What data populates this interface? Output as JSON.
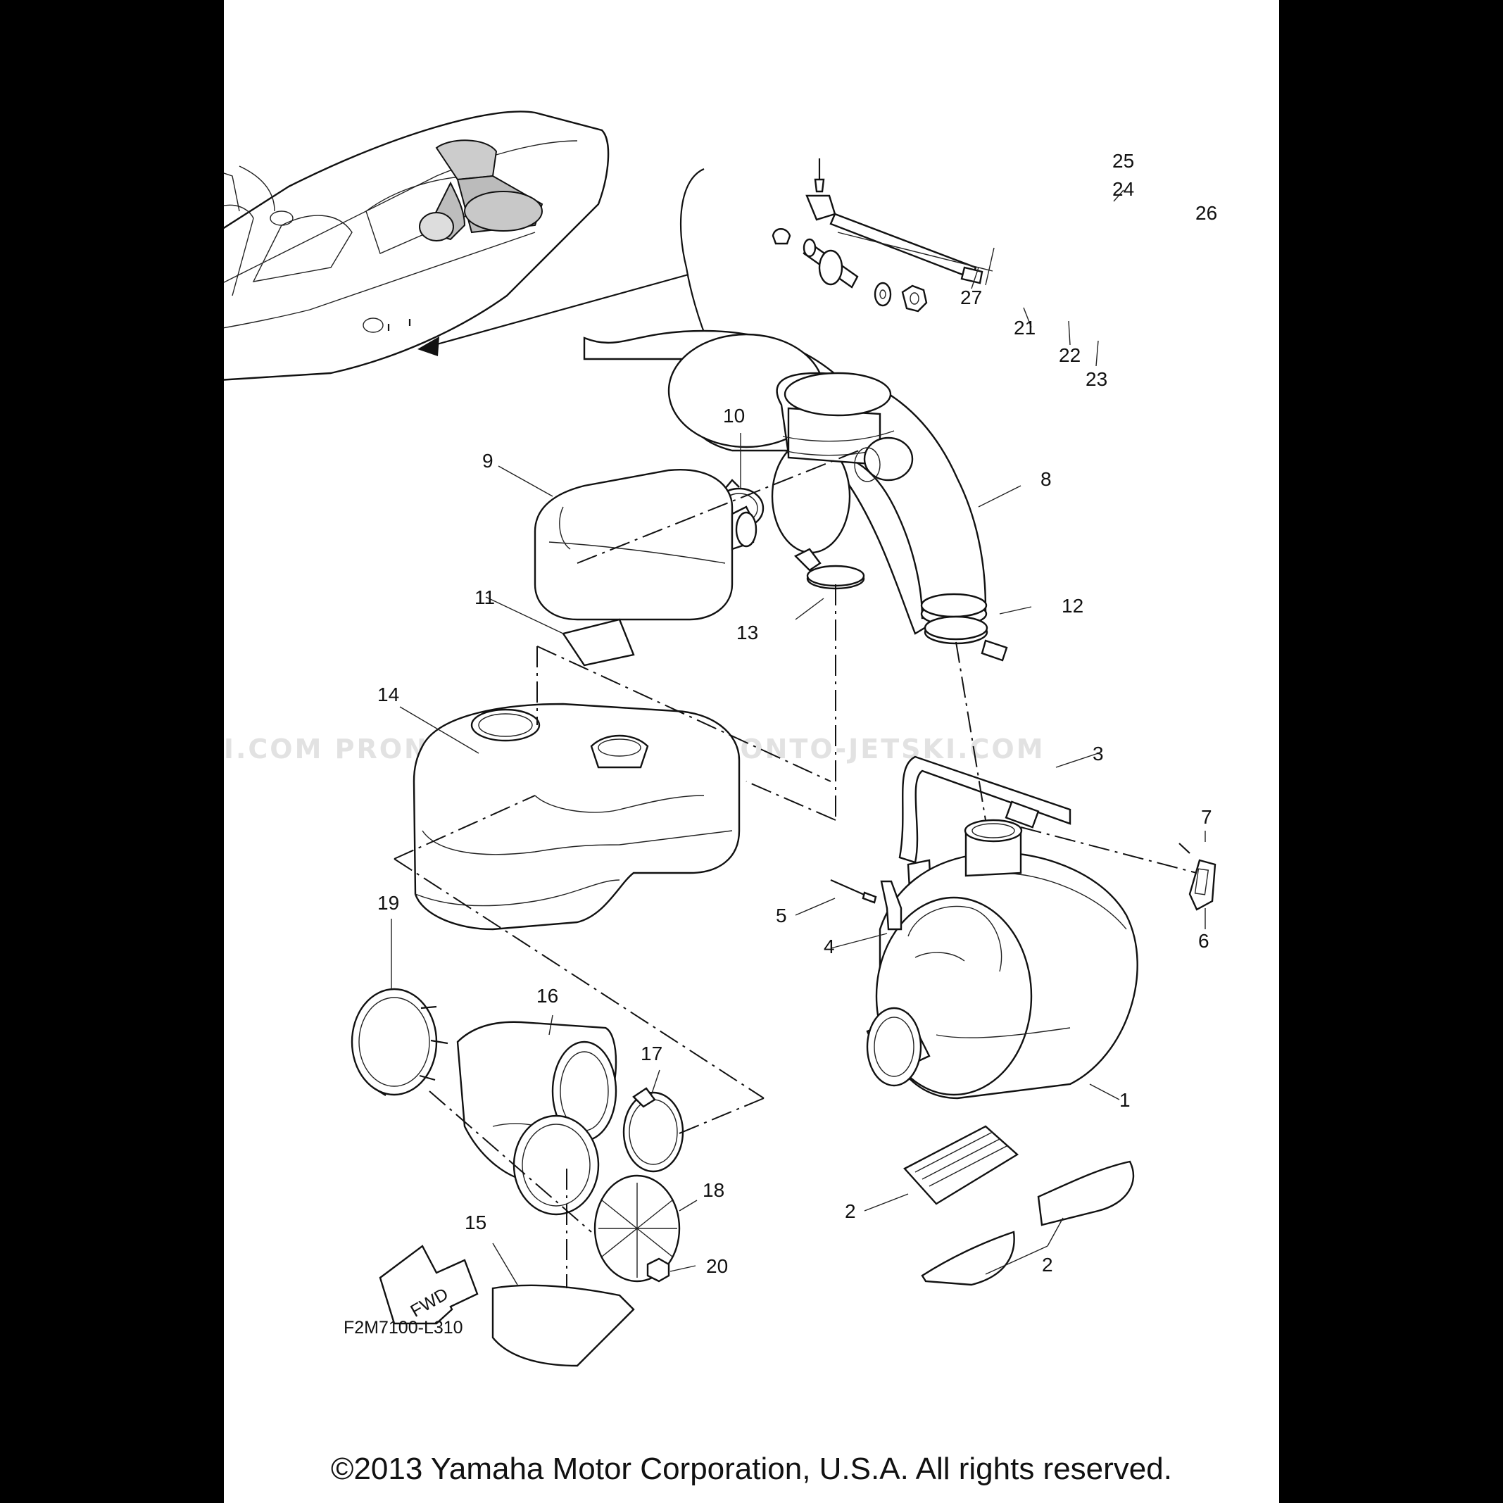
{
  "diagram": {
    "callouts": [
      {
        "id": "c1",
        "text": "1"
      },
      {
        "id": "c2a",
        "text": "2"
      },
      {
        "id": "c2b",
        "text": "2"
      },
      {
        "id": "c3",
        "text": "3"
      },
      {
        "id": "c4",
        "text": "4"
      },
      {
        "id": "c5",
        "text": "5"
      },
      {
        "id": "c6",
        "text": "6"
      },
      {
        "id": "c7",
        "text": "7"
      },
      {
        "id": "c8",
        "text": "8"
      },
      {
        "id": "c9",
        "text": "9"
      },
      {
        "id": "c10",
        "text": "10"
      },
      {
        "id": "c11",
        "text": "11"
      },
      {
        "id": "c12",
        "text": "12"
      },
      {
        "id": "c13",
        "text": "13"
      },
      {
        "id": "c14",
        "text": "14"
      },
      {
        "id": "c15",
        "text": "15"
      },
      {
        "id": "c16",
        "text": "16"
      },
      {
        "id": "c17",
        "text": "17"
      },
      {
        "id": "c18",
        "text": "18"
      },
      {
        "id": "c19",
        "text": "19"
      },
      {
        "id": "c20",
        "text": "20"
      },
      {
        "id": "c21",
        "text": "21"
      },
      {
        "id": "c22",
        "text": "22"
      },
      {
        "id": "c23",
        "text": "23"
      },
      {
        "id": "c24",
        "text": "24"
      },
      {
        "id": "c25",
        "text": "25"
      },
      {
        "id": "c26",
        "text": "26"
      },
      {
        "id": "c27",
        "text": "27"
      }
    ],
    "fwd_label": "FWD",
    "drawing_code": "F2M7100-L310",
    "watermark": "JETSKI.COM   PRONTO-JETSKI.COM   PRONTO-JETSKI.COM"
  },
  "footer": {
    "copyright": "©2013 Yamaha Motor Corporation, U.S.A. All rights reserved."
  }
}
